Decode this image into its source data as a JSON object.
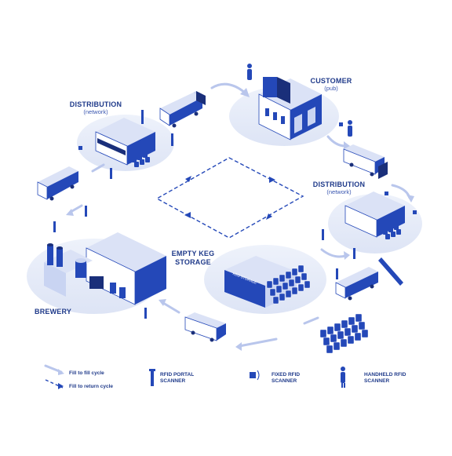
{
  "labels": {
    "customer": "CUSTOMER",
    "customer_sub": "(pub)",
    "distribution_left": "DISTRIBUTION",
    "distribution_left_sub": "(network)",
    "distribution_right": "DISTRIBUTION",
    "distribution_right_sub": "(network)",
    "empty_keg_line1": "EMPTY KEG",
    "empty_keg_line2": "STORAGE",
    "brewery": "BREWERY",
    "building_sign_left": "DISTRIBUTION",
    "building_sign_storage": "KEG STORAGE"
  },
  "legend": {
    "fill_to_fill": "Fill to fill cycle",
    "fill_to_return": "Fill to return cycle",
    "rfid_portal_line1": "RFID PORTAL",
    "rfid_portal_line2": "SCANNER",
    "fixed_rfid_line1": "FIXED RFID",
    "fixed_rfid_line2": "SCANNER",
    "handheld_rfid_line1": "HANDHELD RFID",
    "handheld_rfid_line2": "SCANNER"
  },
  "colors": {
    "primary": "#2448b8",
    "light": "#c9d4f2",
    "platform": "#e6ebf8",
    "dark": "#1a2f7a",
    "text": "#1f3a8a"
  }
}
